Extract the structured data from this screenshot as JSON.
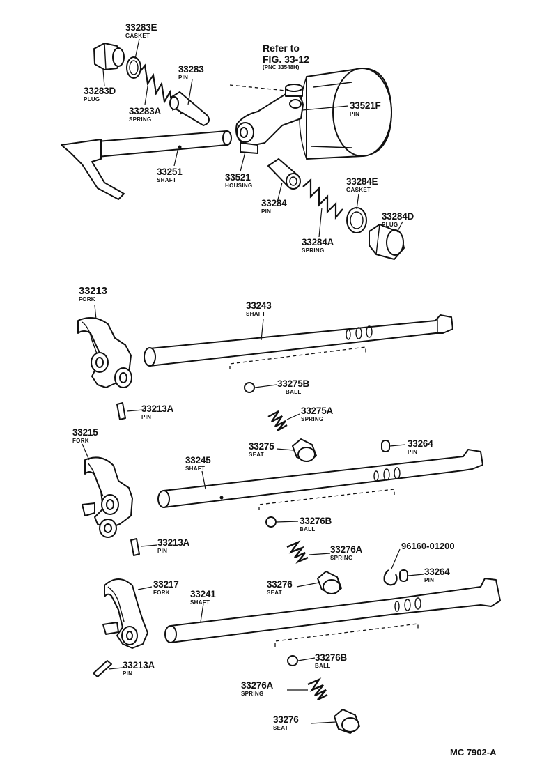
{
  "labels": [
    {
      "id": "33283E",
      "num": "33283E",
      "name": "GASKET"
    },
    {
      "id": "33283",
      "num": "33283",
      "name": "PIN"
    },
    {
      "id": "33283D",
      "num": "33283D",
      "name": "PLUG"
    },
    {
      "id": "33283A",
      "num": "33283A",
      "name": "SPRING"
    },
    {
      "id": "33521F",
      "num": "33521F",
      "name": "PIN"
    },
    {
      "id": "33251",
      "num": "33251",
      "name": "SHAFT"
    },
    {
      "id": "33521",
      "num": "33521",
      "name": "HOUSING"
    },
    {
      "id": "33284E",
      "num": "33284E",
      "name": "GASKET"
    },
    {
      "id": "33284",
      "num": "33284",
      "name": "PIN"
    },
    {
      "id": "33284D",
      "num": "33284D",
      "name": "PLUG"
    },
    {
      "id": "33284A",
      "num": "33284A",
      "name": "SPRING"
    },
    {
      "id": "33213",
      "num": "33213",
      "name": "FORK"
    },
    {
      "id": "33243",
      "num": "33243",
      "name": "SHAFT"
    },
    {
      "id": "33275B",
      "num": "33275B",
      "name": "BALL"
    },
    {
      "id": "33213A-1",
      "num": "33213A",
      "name": "PIN"
    },
    {
      "id": "33275A",
      "num": "33275A",
      "name": "SPRING"
    },
    {
      "id": "33215",
      "num": "33215",
      "name": "FORK"
    },
    {
      "id": "33275",
      "num": "33275",
      "name": "SEAT"
    },
    {
      "id": "33264-1",
      "num": "33264",
      "name": "PIN"
    },
    {
      "id": "33245",
      "num": "33245",
      "name": "SHAFT"
    },
    {
      "id": "33276B-1",
      "num": "33276B",
      "name": "BALL"
    },
    {
      "id": "33213A-2",
      "num": "33213A",
      "name": "PIN"
    },
    {
      "id": "33276A-1",
      "num": "33276A",
      "name": "SPRING"
    },
    {
      "id": "96160-01200",
      "num": "96160-01200",
      "name": ""
    },
    {
      "id": "33264-2",
      "num": "33264",
      "name": "PIN"
    },
    {
      "id": "33217",
      "num": "33217",
      "name": "FORK"
    },
    {
      "id": "33241",
      "num": "33241",
      "name": "SHAFT"
    },
    {
      "id": "33276-1",
      "num": "33276",
      "name": "SEAT"
    },
    {
      "id": "33276B-2",
      "num": "33276B",
      "name": "BALL"
    },
    {
      "id": "33213A-3",
      "num": "33213A",
      "name": "PIN"
    },
    {
      "id": "33276A-2",
      "num": "33276A",
      "name": "SPRING"
    },
    {
      "id": "33276-2",
      "num": "33276",
      "name": "SEAT"
    }
  ],
  "reference": {
    "line1": "Refer to",
    "line2": "FIG. 33-12",
    "line3": "(PNC 33548H)"
  },
  "figure_code": "MC 7902-A"
}
